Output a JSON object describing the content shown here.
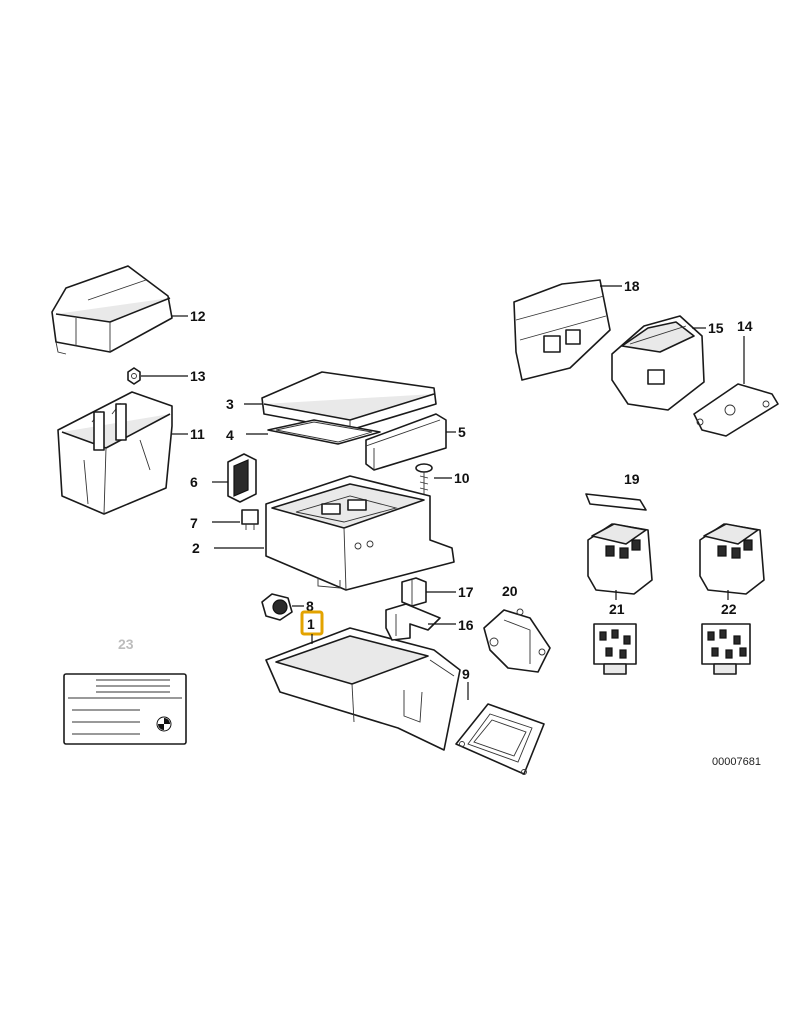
{
  "callouts": {
    "c1": "1",
    "c2": "2",
    "c3": "3",
    "c4": "4",
    "c5": "5",
    "c6": "6",
    "c7": "7",
    "c8": "8",
    "c9": "9",
    "c10": "10",
    "c11": "11",
    "c12": "12",
    "c13": "13",
    "c14": "14",
    "c15": "15",
    "c16": "16",
    "c17": "17",
    "c18": "18",
    "c19": "19",
    "c20": "20",
    "c21": "21",
    "c22": "22",
    "c23": "23"
  },
  "highlighted_callout": "1",
  "document_id": "00007681",
  "colors": {
    "highlight": "#e3a300",
    "ink": "#1a1a1a",
    "faded": "#bdbdbd"
  },
  "label_plate_icon": "bmw-roundel-icon"
}
